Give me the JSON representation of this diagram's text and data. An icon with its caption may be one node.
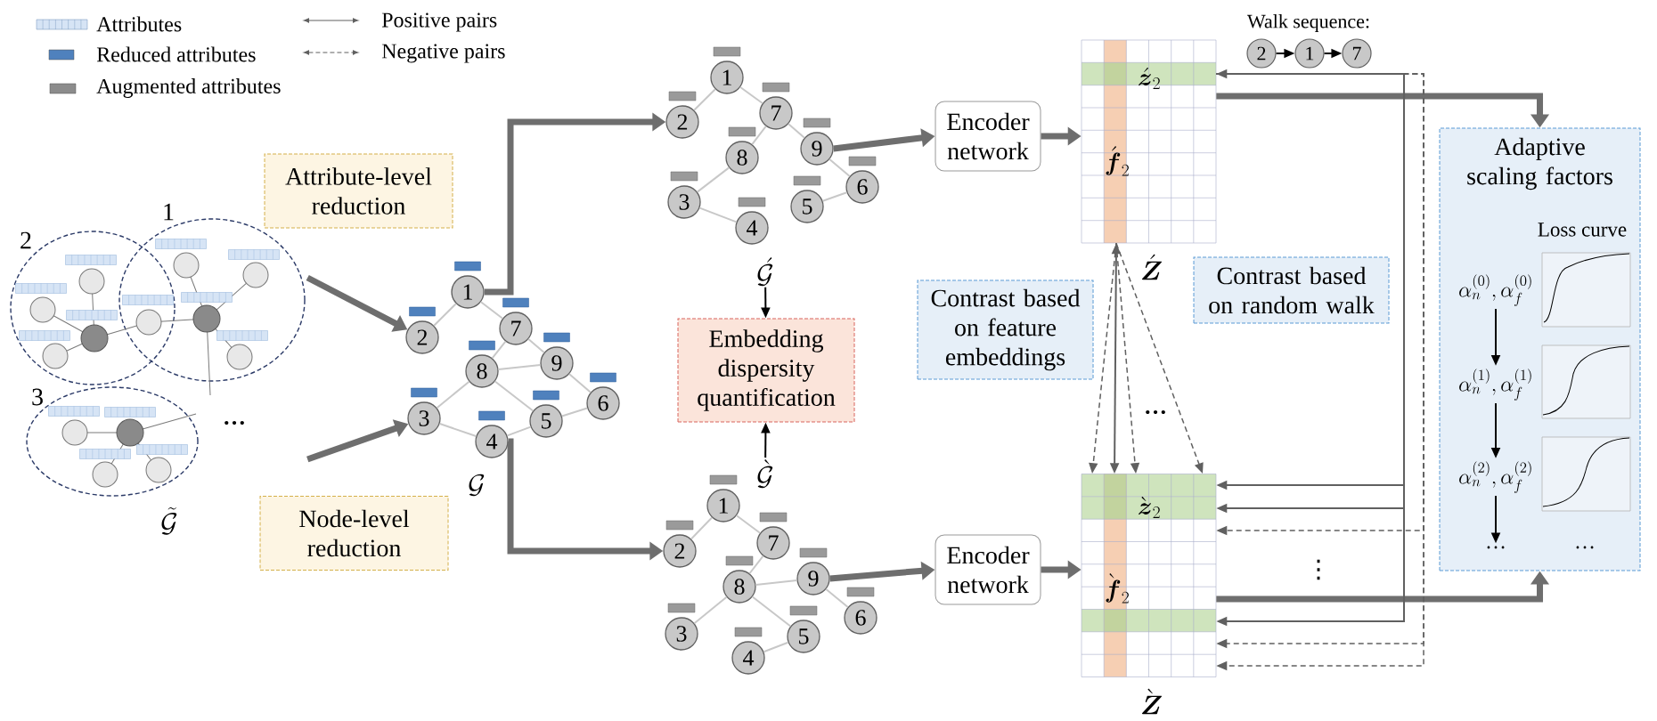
{
  "diagram": {
    "nodes": [
      {
        "text": [],
        "shape": "picture",
        "beside": [
          "\\tilde{\\mathcal{G}}"
        ]
      },
      {
        "text": [
          "Attribute-level reduction"
        ]
      },
      {
        "text": [
          "Node-level reduction"
        ]
      },
      {
        "text": [
          "1"
        ]
      },
      {
        "text": [
          "2"
        ]
      },
      {
        "text": [
          "3"
        ]
      },
      {
        "text": [
          "4"
        ]
      },
      {
        "text": [
          "5"
        ]
      },
      {
        "text": [
          "6"
        ]
      },
      {
        "text": [
          "7"
        ]
      },
      {
        "text": [
          "8"
        ]
      },
      {
        "text": [
          "9"
        ]
      },
      {
        "text": [
          "1"
        ]
      },
      {
        "text": [
          "2"
        ]
      },
      {
        "text": [
          "3"
        ]
      },
      {
        "text": [
          "4"
        ]
      },
      {
        "text": [
          "5"
        ]
      },
      {
        "text": [
          "6"
        ]
      },
      {
        "text": [
          "7"
        ]
      },
      {
        "text": [
          "8"
        ]
      },
      {
        "text": [
          "9"
        ]
      },
      {
        "text": [
          "\\acute{\\mathcal{G}}"
        ]
      },
      {
        "text": [
          "Embedding dispersity quantification"
        ]
      },
      {
        "text": [
          "\\grave{\\mathcal{G}}"
        ]
      },
      {
        "text": [
          "1"
        ]
      },
      {
        "text": [
          "2"
        ]
      },
      {
        "text": [
          "3"
        ]
      },
      {
        "text": [
          "4"
        ]
      },
      {
        "text": [
          "5"
        ]
      },
      {
        "text": [
          "6"
        ]
      },
      {
        "text": [
          "7"
        ]
      },
      {
        "text": [
          "8"
        ]
      },
      {
        "text": [
          "9"
        ]
      },
      {
        "text": [
          "Encoder network"
        ]
      },
      {
        "text": [
          "Encoder network"
        ]
      },
      {
        "text": [
          "Contrast based on feature embeddings"
        ]
      },
      {
        "text": [
          "\\acute{\\boldsymbol{z}}_2",
          "\\acute{\\boldsymbol{f}}_2"
        ],
        "beside": [
          "\\acute{\\boldsymbol{Z}}"
        ]
      },
      {
        "text": [
          "\\grave{\\boldsymbol{z}}_2",
          "\\grave{\\boldsymbol{f}}_2"
        ],
        "beside": [
          "\\grave{\\boldsymbol{Z}}"
        ]
      },
      {
        "text": [
          "2"
        ]
      },
      {
        "text": [
          "1"
        ]
      },
      {
        "text": [
          "7"
        ]
      },
      {
        "text": [
          "Contrast based on random walk"
        ]
      },
      {
        "text": [
          "Adaptive scaling factors"
        ]
      },
      {
        "text": [
          "\\alpha_n^{(0)}, \\alpha_f^{(0)}"
        ],
        "in": 42
      },
      {
        "text": [
          "\\alpha_n^{(1)}, \\alpha_f^{(1)}"
        ],
        "in": 42
      },
      {
        "text": [
          "\\alpha_n^{(2)}, \\alpha_f^{(2)}"
        ],
        "in": 42
      },
      {
        "text": [
          "…"
        ],
        "in": 42
      }
    ],
    "edges": [
      {
        "from": 0,
        "to": 4,
        "arrow": "to",
        "style": "thick",
        "color": "#6e6e6e"
      },
      {
        "from": 0,
        "to": 5,
        "arrow": "to",
        "style": "thick",
        "color": "#6e6e6e"
      },
      {
        "from": 3,
        "to": 13,
        "arrow": "to",
        "style": "thick",
        "color": "#6e6e6e"
      },
      {
        "from": 6,
        "to": 25,
        "arrow": "to",
        "style": "thick",
        "color": "#6e6e6e"
      },
      {
        "from": 20,
        "to": 33,
        "arrow": "to",
        "style": "thick",
        "color": "#6e6e6e"
      },
      {
        "from": 33,
        "to": 36,
        "arrow": "to",
        "style": "thick",
        "color": "#6e6e6e"
      },
      {
        "from": 32,
        "to": 34,
        "arrow": "to",
        "style": "thick",
        "color": "#6e6e6e"
      },
      {
        "from": 34,
        "to": 37,
        "arrow": "to",
        "style": "thick",
        "color": "#6e6e6e"
      },
      {
        "from": 36,
        "to": 42,
        "arrow": "to",
        "style": "thick",
        "color": "#6e6e6e"
      },
      {
        "from": 37,
        "to": 42,
        "arrow": "to",
        "style": "thick",
        "color": "#6e6e6e"
      },
      {
        "from": 21,
        "to": 22,
        "arrow": "to",
        "color": "#000000"
      },
      {
        "from": 23,
        "to": 22,
        "arrow": "to",
        "color": "#000000"
      },
      {
        "from": 38,
        "to": 39,
        "arrow": "to",
        "color": "#000000"
      },
      {
        "from": 39,
        "to": 40,
        "arrow": "to",
        "color": "#000000"
      },
      {
        "from": 43,
        "to": 44,
        "arrow": "to",
        "color": "#000000"
      },
      {
        "from": 44,
        "to": 45,
        "arrow": "to",
        "color": "#000000"
      },
      {
        "from": 45,
        "to": 46,
        "arrow": "to",
        "color": "#000000"
      },
      {
        "from": 36,
        "to": 37,
        "arrow": "to",
        "style": "dashed",
        "color": "#606060"
      },
      {
        "from": 36,
        "to": 37,
        "arrow": "both",
        "color": "#606060"
      },
      {
        "from": 36,
        "to": 37,
        "arrow": "to",
        "style": "dashed",
        "color": "#606060"
      },
      {
        "from": 36,
        "to": 37,
        "arrow": "to",
        "style": "dashed",
        "color": "#606060"
      },
      {
        "from": 36,
        "to": 37,
        "arrow": "to",
        "style": "dashed",
        "color": "#606060"
      },
      {
        "from": 36,
        "to": 37,
        "arrow": "to",
        "style": "dashed",
        "color": "#606060"
      },
      {
        "from": 36,
        "to": 37,
        "arrow": "to",
        "style": "dashed",
        "color": "#606060"
      },
      {
        "from": 36,
        "to": 37,
        "arrow": "both",
        "color": "#606060"
      },
      {
        "from": 36,
        "to": 37,
        "arrow": "to",
        "color": "#606060"
      },
      {
        "from": 36,
        "to": 37,
        "arrow": "to",
        "color": "#606060"
      },
      {
        "from": 3,
        "to": 4,
        "arrow": "none"
      },
      {
        "from": 3,
        "to": 9,
        "arrow": "none"
      },
      {
        "from": 9,
        "to": 10,
        "arrow": "none"
      },
      {
        "from": 9,
        "to": 11,
        "arrow": "none"
      },
      {
        "from": 10,
        "to": 11,
        "arrow": "none"
      },
      {
        "from": 10,
        "to": 5,
        "arrow": "none"
      },
      {
        "from": 10,
        "to": 7,
        "arrow": "none"
      },
      {
        "from": 11,
        "to": 8,
        "arrow": "none"
      },
      {
        "from": 5,
        "to": 6,
        "arrow": "none"
      },
      {
        "from": 6,
        "to": 7,
        "arrow": "none"
      },
      {
        "from": 7,
        "to": 8,
        "arrow": "none"
      },
      {
        "from": 12,
        "to": 13,
        "arrow": "none"
      },
      {
        "from": 12,
        "to": 18,
        "arrow": "none"
      },
      {
        "from": 18,
        "to": 19,
        "arrow": "none"
      },
      {
        "from": 18,
        "to": 20,
        "arrow": "none"
      },
      {
        "from": 20,
        "to": 17,
        "arrow": "none"
      },
      {
        "from": 19,
        "to": 14,
        "arrow": "none"
      },
      {
        "from": 14,
        "to": 15,
        "arrow": "none"
      },
      {
        "from": 16,
        "to": 17,
        "arrow": "none"
      },
      {
        "from": 24,
        "to": 25,
        "arrow": "none"
      },
      {
        "from": 24,
        "to": 30,
        "arrow": "none"
      },
      {
        "from": 30,
        "to": 31,
        "arrow": "none"
      },
      {
        "from": 31,
        "to": 32,
        "arrow": "none"
      },
      {
        "from": 32,
        "to": 29,
        "arrow": "none"
      },
      {
        "from": 31,
        "to": 26,
        "arrow": "none"
      },
      {
        "from": 31,
        "to": 28,
        "arrow": "none"
      },
      {
        "from": 27,
        "to": 28,
        "arrow": "none"
      }
    ],
    "labels": [
      "2",
      "1",
      "3",
      "…",
      "\\mathcal{G}",
      "Walk sequence:",
      "…",
      "⋮",
      "Loss curve",
      "…"
    ],
    "legend": [
      {
        "text": "Attributes",
        "color": "#d6e4f5"
      },
      {
        "text": "Reduced attributes",
        "color": "#4f81bd"
      },
      {
        "text": "Augmented attributes",
        "color": "#8c8c8c"
      },
      {
        "text": "Positive pairs"
      },
      {
        "text": "Negative pairs"
      }
    ]
  }
}
